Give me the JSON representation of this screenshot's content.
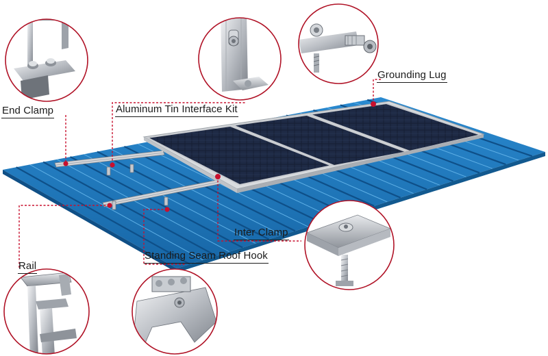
{
  "labels": {
    "end_clamp": "End Clamp",
    "aluminum_tin_interface_kit": "Aluminum Tin Interface Kit",
    "grounding_lug": "Grounding Lug",
    "inter_clamp": "Inter Clamp",
    "standing_seam_roof_hook": "Standing Seam Roof Hook",
    "rail": "Rail"
  },
  "colors": {
    "roof_blue": "#1a73b3",
    "roof_dark": "#0f4f86",
    "leader_red": "#c8102e",
    "panel_cell": "#151b2e",
    "frame_silver": "#c9ccd0"
  }
}
